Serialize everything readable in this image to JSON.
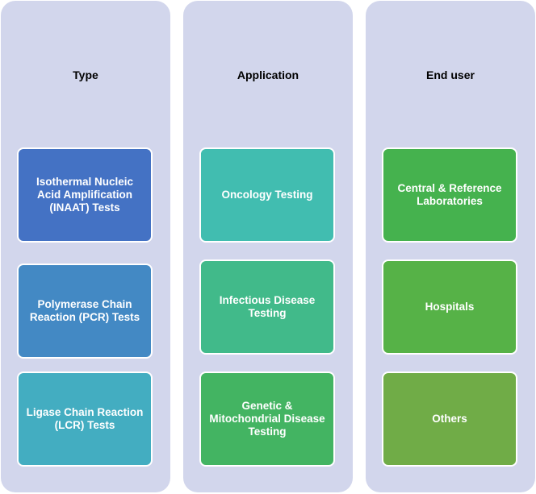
{
  "columns": [
    {
      "title": "Type",
      "cards": [
        {
          "label": "Isothermal Nucleic Acid Amplification (INAAT) Tests",
          "color": "#4472c4"
        },
        {
          "label": "Polymerase Chain Reaction (PCR) Tests",
          "color": "#4389c4"
        },
        {
          "label": "Ligase Chain Reaction (LCR) Tests",
          "color": "#43adc1"
        }
      ]
    },
    {
      "title": "Application",
      "cards": [
        {
          "label": "Oncology Testing",
          "color": "#41bdb0"
        },
        {
          "label": "Infectious Disease Testing",
          "color": "#41ba8a"
        },
        {
          "label": "Genetic & Mitochondrial Disease Testing",
          "color": "#43b462"
        }
      ]
    },
    {
      "title": "End user",
      "cards": [
        {
          "label": "Central & Reference Laboratories",
          "color": "#45b24e"
        },
        {
          "label": "Hospitals",
          "color": "#56b247"
        },
        {
          "label": "Others",
          "color": "#70ac47"
        }
      ]
    }
  ]
}
